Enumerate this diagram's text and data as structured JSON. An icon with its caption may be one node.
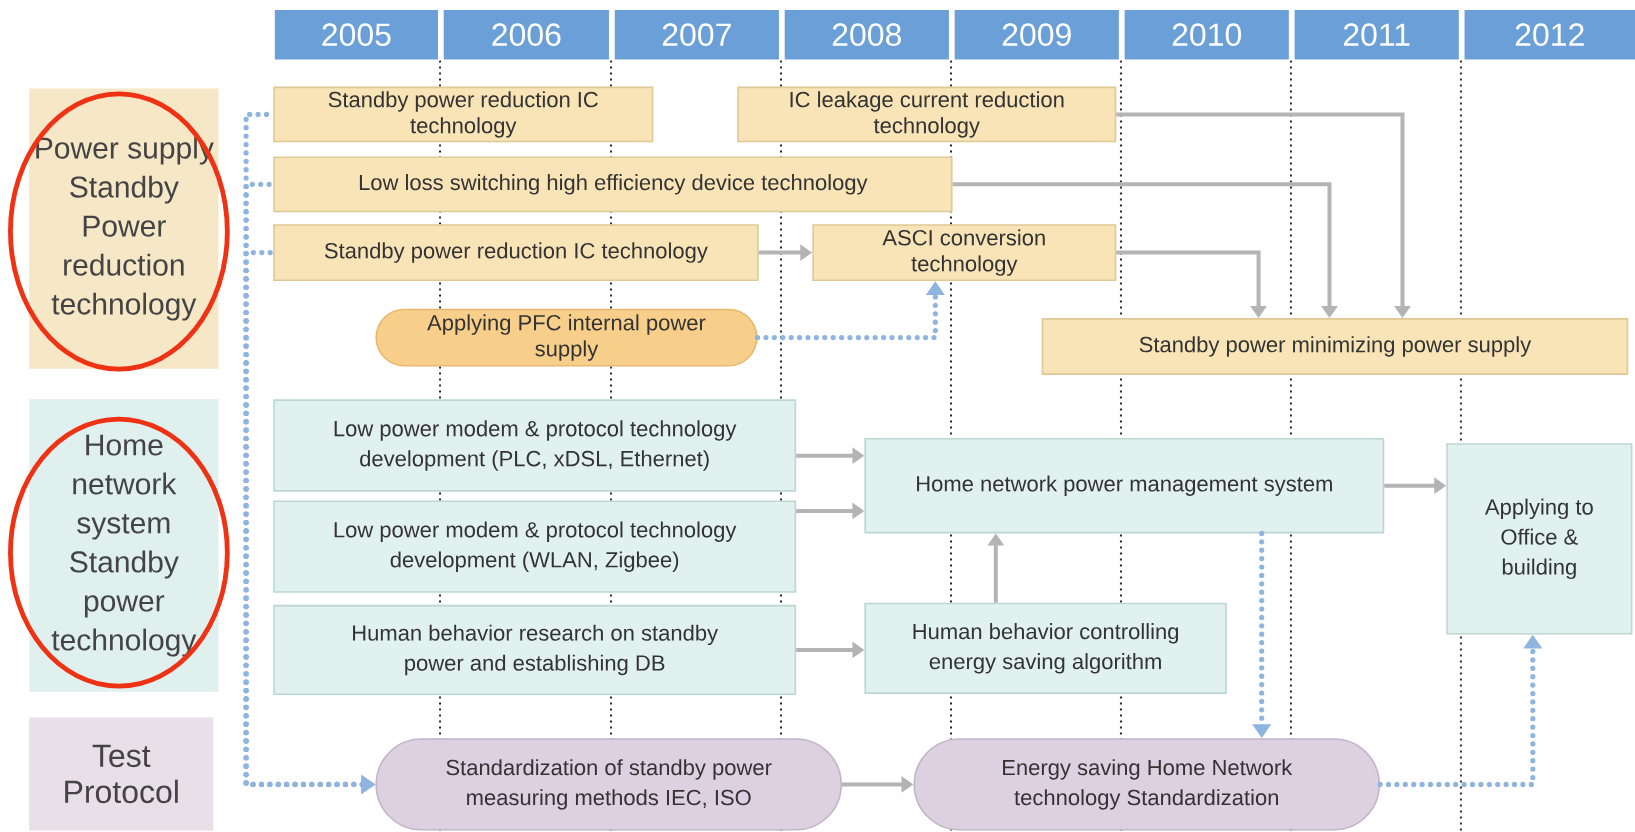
{
  "diagram": {
    "nodes": [
      {
        "text": [
          "2005"
        ]
      },
      {
        "text": [
          "2006"
        ]
      },
      {
        "text": [
          "2007"
        ]
      },
      {
        "text": [
          "2008"
        ]
      },
      {
        "text": [
          "2009"
        ]
      },
      {
        "text": [
          "2010"
        ]
      },
      {
        "text": [
          "2011"
        ]
      },
      {
        "text": [
          "2012"
        ]
      },
      {
        "text": [
          "Power supply Standby Power reduction technology"
        ]
      },
      {
        "text": [
          "Standby power reduction IC technology"
        ]
      },
      {
        "text": [
          "IC leakage current reduction technology"
        ]
      },
      {
        "text": [
          "Low loss switching high efficiency device technology"
        ]
      },
      {
        "text": [
          "Standby power reduction IC technology"
        ]
      },
      {
        "text": [
          "ASCI conversion technology"
        ]
      },
      {
        "text": [
          "Applying PFC internal power supply"
        ]
      },
      {
        "text": [
          "Standby power minimizing power supply"
        ]
      },
      {
        "text": [
          "Home network system Standby power technology"
        ]
      },
      {
        "text": [
          "Low power modem & protocol technology development (PLC, xDSL, Ethernet)"
        ]
      },
      {
        "text": [
          "Home network power management system"
        ]
      },
      {
        "text": [
          "Applying to Office & building"
        ]
      },
      {
        "text": [
          "Low power modem & protocol technology development (WLAN, Zigbee)"
        ]
      },
      {
        "text": [
          "Human behavior research on standby power and establishing DB"
        ]
      },
      {
        "text": [
          "Human behavior controlling energy saving algorithm"
        ]
      },
      {
        "text": [
          "Test Protocol"
        ]
      },
      {
        "text": [
          "Standardization of standby power measuring methods IEC, ISO"
        ]
      },
      {
        "text": [
          "Energy saving Home Network technology Standardization"
        ]
      }
    ],
    "edges": [
      {
        "from": 9,
        "to": 24,
        "arrow": "to",
        "style": "dashed",
        "color": "#8fb4e0"
      },
      {
        "from": 11,
        "to": 24,
        "arrow": "to",
        "style": "dashed",
        "color": "#8fb4e0"
      },
      {
        "from": 12,
        "to": 24,
        "arrow": "to",
        "style": "dashed",
        "color": "#8fb4e0"
      },
      {
        "from": 12,
        "to": 13,
        "arrow": "to"
      },
      {
        "from": 10,
        "to": 15,
        "arrow": "to"
      },
      {
        "from": 11,
        "to": 15,
        "arrow": "to"
      },
      {
        "from": 13,
        "to": 15,
        "arrow": "to"
      },
      {
        "from": 14,
        "to": 13,
        "arrow": "to",
        "style": "dashed",
        "color": "#8fb4e0"
      },
      {
        "from": 17,
        "to": 18,
        "arrow": "to"
      },
      {
        "from": 20,
        "to": 18,
        "arrow": "to"
      },
      {
        "from": 21,
        "to": 22,
        "arrow": "to"
      },
      {
        "from": 22,
        "to": 18,
        "arrow": "to"
      },
      {
        "from": 18,
        "to": 19,
        "arrow": "to"
      },
      {
        "from": 18,
        "to": 25,
        "arrow": "to",
        "style": "dashed",
        "color": "#8fb4e0"
      },
      {
        "from": 24,
        "to": 25,
        "arrow": "to"
      },
      {
        "from": 25,
        "to": 19,
        "arrow": "to",
        "style": "dashed",
        "color": "#8fb4e0"
      }
    ]
  }
}
